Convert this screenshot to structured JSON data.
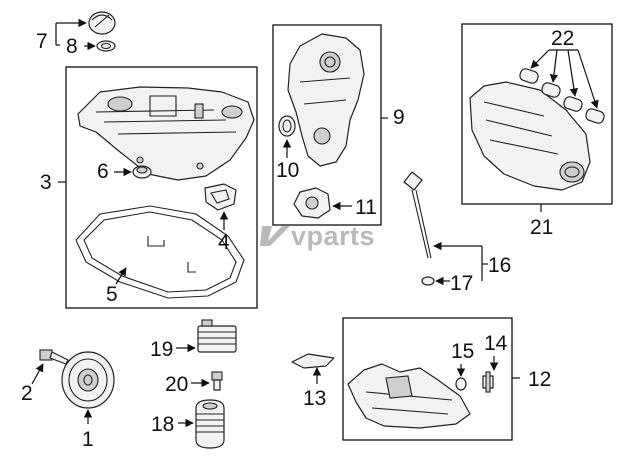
{
  "callouts": {
    "c1": "1",
    "c2": "2",
    "c3": "3",
    "c4": "4",
    "c5": "5",
    "c6": "6",
    "c7": "7",
    "c8": "8",
    "c9": "9",
    "c10": "10",
    "c11": "11",
    "c12": "12",
    "c13": "13",
    "c14": "14",
    "c15": "15",
    "c16": "16",
    "c17": "17",
    "c18": "18",
    "c19": "19",
    "c20": "20",
    "c21": "21",
    "c22": "22"
  },
  "watermark": "vparts"
}
